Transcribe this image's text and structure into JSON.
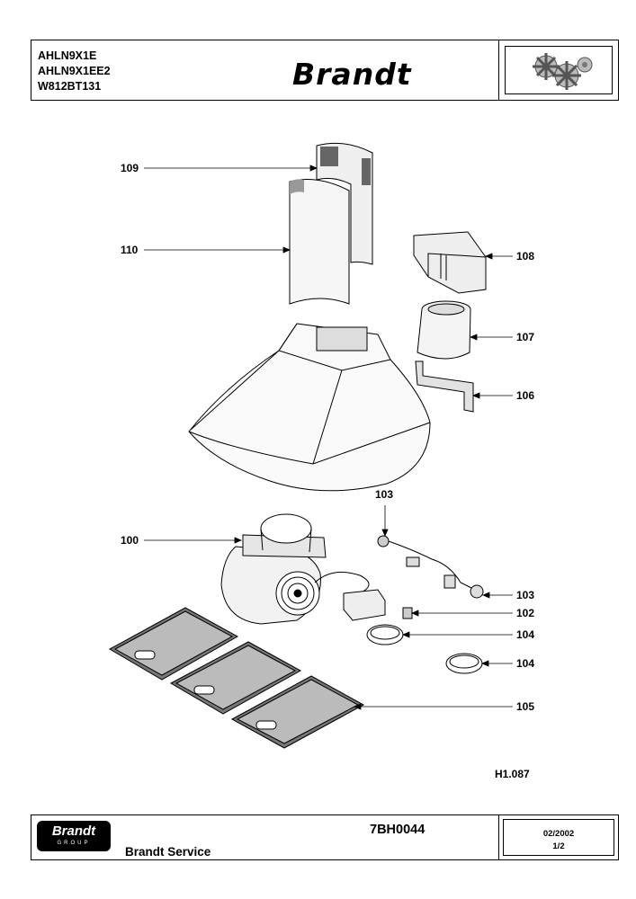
{
  "header": {
    "models": [
      "AHLN9X1E",
      "AHLN9X1EE2",
      "W812BT131"
    ],
    "brand": "Brandt",
    "gear_icon": "gears-icon"
  },
  "parts": [
    {
      "ref": "109"
    },
    {
      "ref": "110"
    },
    {
      "ref": "108"
    },
    {
      "ref": "107"
    },
    {
      "ref": "106"
    },
    {
      "ref": "103"
    },
    {
      "ref": "100"
    },
    {
      "ref": "103"
    },
    {
      "ref": "102"
    },
    {
      "ref": "104"
    },
    {
      "ref": "104"
    },
    {
      "ref": "105"
    }
  ],
  "figure_ref": "H1.087",
  "footer": {
    "logo_word": "Brandt",
    "logo_sub": "GROUP",
    "service": "Brandt Service",
    "doc_ref": "7BH0044",
    "date": "02/2002",
    "page": "1/2"
  }
}
